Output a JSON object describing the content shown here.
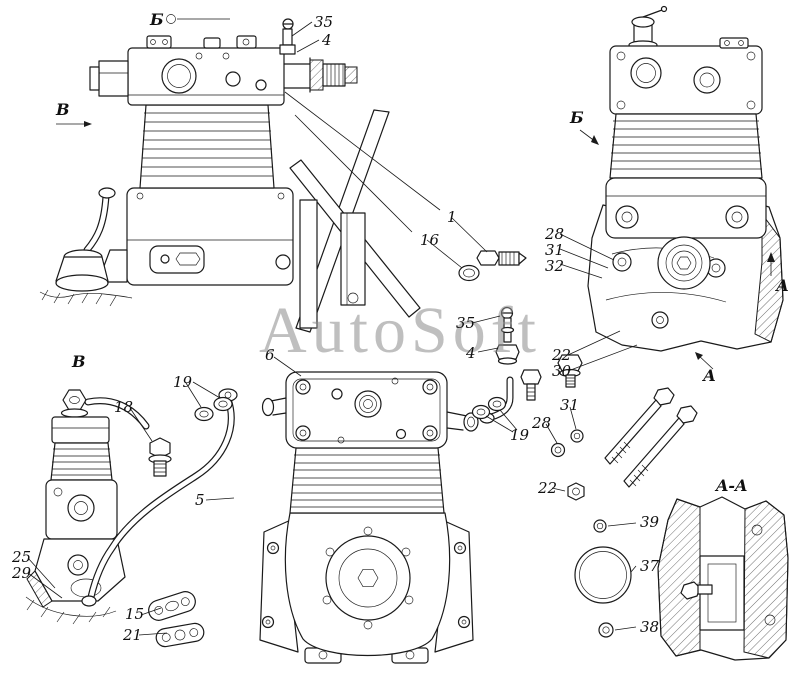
{
  "watermark": "AutoSoft",
  "colors": {
    "line_color": "#1a1a1a",
    "background": "#ffffff",
    "watermark_color": "#8c8c8c"
  },
  "view_labels": {
    "b_top": "Б",
    "v_top": "В",
    "b_right": "Б",
    "a_right": "А",
    "a_mid": "А",
    "v_small": "В",
    "section": "A-A"
  },
  "callouts": [
    "35",
    "4",
    "1",
    "16",
    "28",
    "31",
    "32",
    "22",
    "30",
    "35",
    "4",
    "6",
    "19",
    "18",
    "31",
    "28",
    "19",
    "22",
    "5",
    "25",
    "29",
    "15",
    "21",
    "39",
    "37",
    "38"
  ]
}
